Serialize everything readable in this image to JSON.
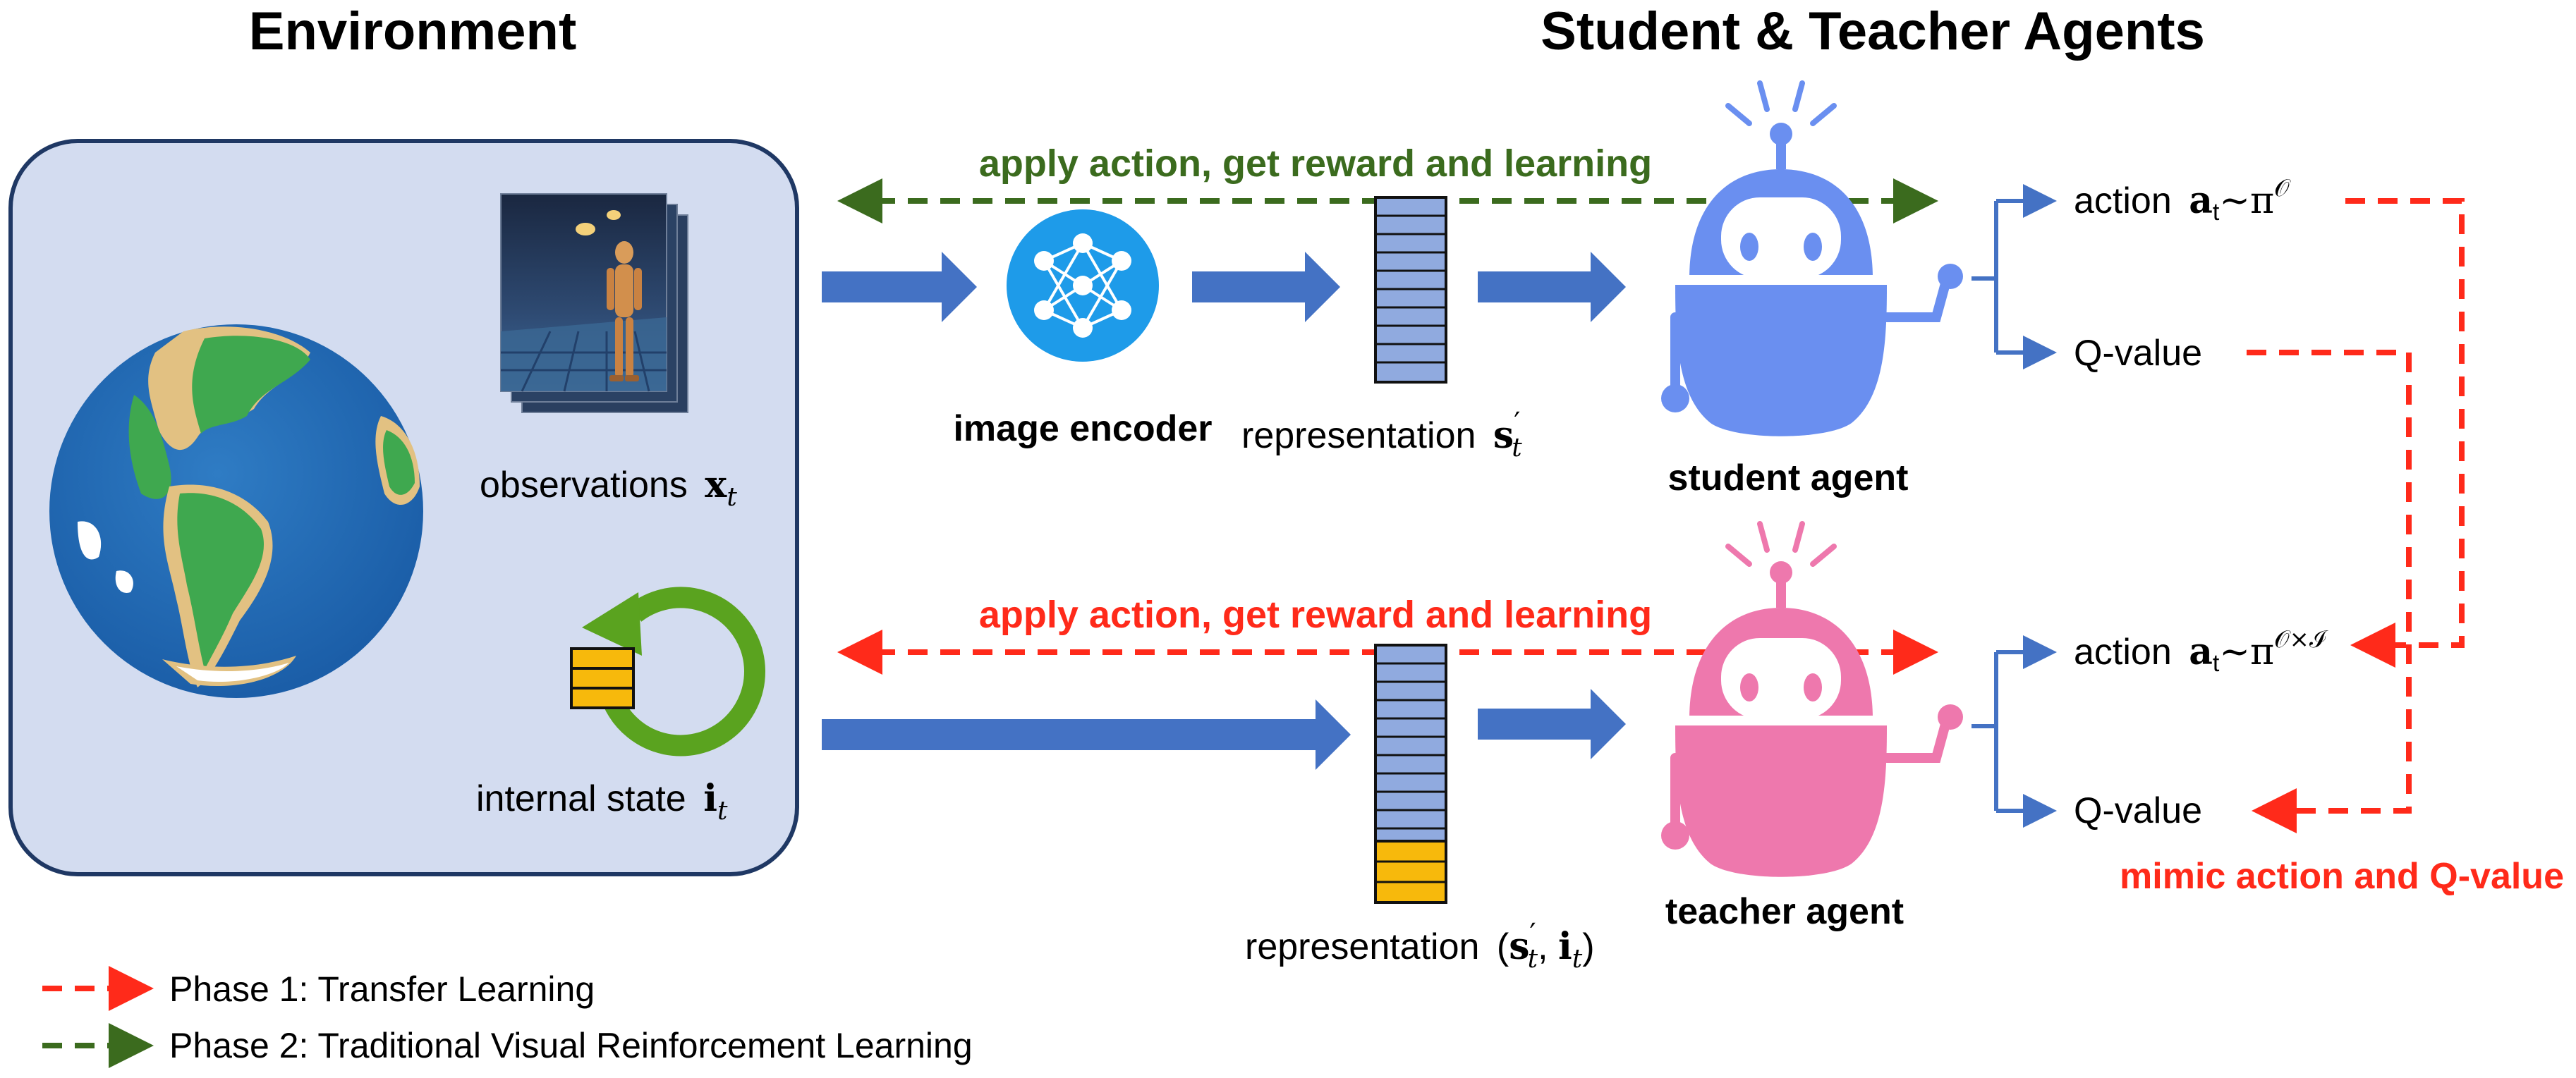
{
  "titles": {
    "environment": "Environment",
    "agents": "Student & Teacher Agents"
  },
  "environment": {
    "observations_label": "observations",
    "observations_symbol": "x",
    "observations_sub": "t",
    "internal_state_label": "internal state",
    "internal_state_symbol": "i",
    "internal_state_sub": "t"
  },
  "pipeline": {
    "encoder_label": "image encoder",
    "student_repr_label": "representation",
    "student_repr_symbol": "s",
    "student_repr_prime": "′",
    "student_repr_sub": "t",
    "teacher_repr_label": "representation",
    "teacher_repr_open": "(",
    "teacher_repr_s": "s",
    "teacher_repr_prime": "′",
    "teacher_repr_sub1": "t",
    "teacher_repr_comma": ", ",
    "teacher_repr_i": "i",
    "teacher_repr_sub2": "t",
    "teacher_repr_close": ")"
  },
  "agents": {
    "student_label": "student agent",
    "teacher_label": "teacher agent"
  },
  "feedback": {
    "student_loop": "apply action, get reward and learning",
    "teacher_loop": "apply action, get reward and learning"
  },
  "outputs": {
    "student_action_word": "action",
    "student_action_symbol": "a",
    "student_action_sub": "t",
    "student_action_tilde": "~π",
    "student_action_sup": "𝒪",
    "student_q": "Q-value",
    "teacher_action_word": "action",
    "teacher_action_symbol": "a",
    "teacher_action_sub": "t",
    "teacher_action_tilde": "~π",
    "teacher_action_sup": "𝒪×ℐ",
    "teacher_q": "Q-value",
    "mimic_label": "mimic action and Q-value"
  },
  "legend": {
    "phase1": "Phase 1: Transfer Learning",
    "phase2": "Phase 2: Traditional Visual Reinforcement Learning"
  },
  "colors": {
    "blue_arrow": "#4472c4",
    "phase1_red": "#ff2a1a",
    "phase2_green": "#3b6b1e",
    "student_robot": "#6a8ff0",
    "teacher_robot": "#ee78ad",
    "env_panel": "#d3dcf0",
    "repr_cell": "#90aadf",
    "state_cell": "#f7b90c"
  },
  "icons": {
    "encoder": "neural-network-icon",
    "earth": "earth-globe-icon",
    "cycle": "refresh-cycle-icon",
    "robot": "robot-icon"
  }
}
